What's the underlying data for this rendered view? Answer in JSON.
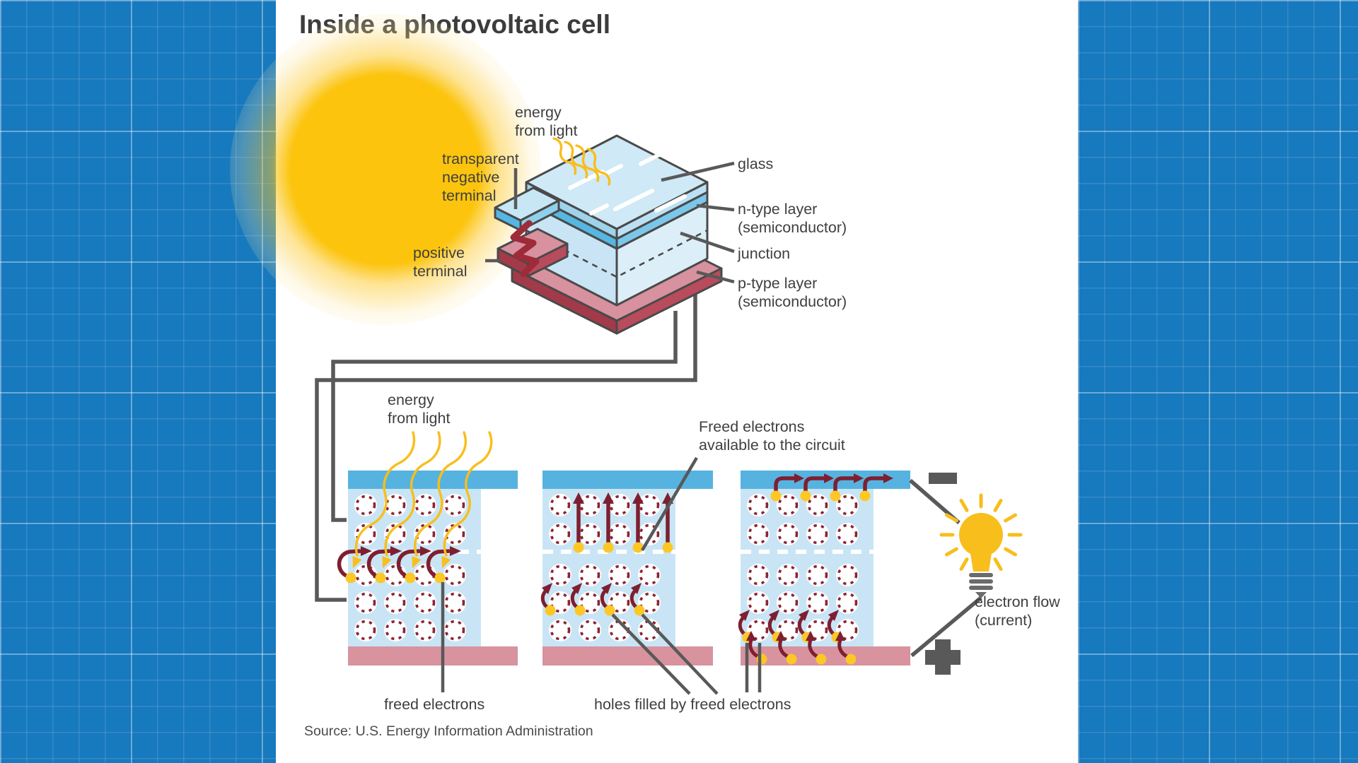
{
  "figure": {
    "title": "Inside a photovoltaic cell",
    "source": "Source: U.S. Energy Information Administration"
  },
  "cell_diagram": {
    "energy_from_light": "energy\nfrom light",
    "transparent_negative_terminal": "transparent\nnegative\nterminal",
    "positive_terminal": "positive\nterminal",
    "glass": "glass",
    "n_type_layer": "n-type layer\n(semiconductor)",
    "junction": "junction",
    "p_type_layer": "p-type layer\n(semiconductor)"
  },
  "process_panels": {
    "energy_from_light": "energy\nfrom light",
    "freed_electrons_available": "Freed electrons\navailable to the circuit",
    "freed_electrons": "freed electrons",
    "holes_filled": "holes filled by freed electrons",
    "electron_flow": "electron flow\n(current)",
    "negative_symbol": "−",
    "positive_symbol": "+"
  },
  "colors": {
    "background_blue": "#1779BE",
    "sun_yellow": "#FCC40D",
    "ray_yellow": "#F8BE1C",
    "electron_maroon": "#7E1F30",
    "panel_light_blue": "#C9E5F5",
    "terminal_bar_blue": "#56B3E0",
    "terminal_bar_pink": "#D8939F",
    "p_layer_dark_red": "#A23A49",
    "wire_gray": "#595959",
    "text_gray": "#3F3F3F"
  }
}
